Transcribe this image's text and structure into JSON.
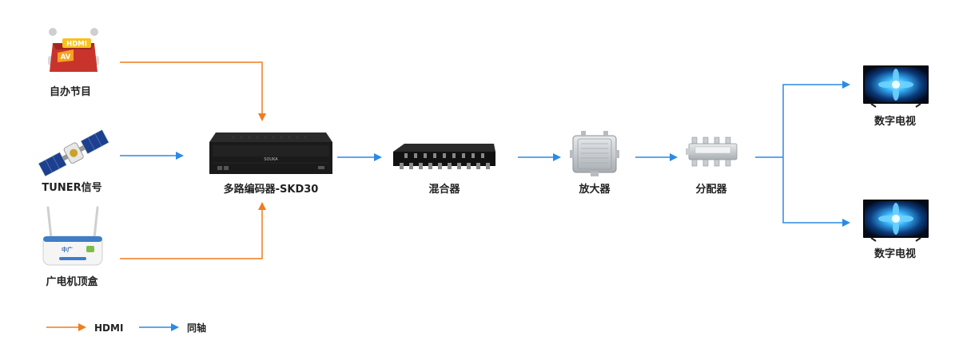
{
  "nodes": {
    "self_program": {
      "label": "自办节目",
      "badge_top": "HDMI",
      "badge_bottom": "AV"
    },
    "tuner": {
      "label": "TUNER信号"
    },
    "settop": {
      "label": "广电机顶盒",
      "brand": "中广"
    },
    "encoder": {
      "label": "多路编码器-SKD30",
      "brand": "SOUKA"
    },
    "mixer": {
      "label": "混合器"
    },
    "amplifier": {
      "label": "放大器"
    },
    "splitter": {
      "label": "分配器"
    },
    "tv_top": {
      "label": "数字电视"
    },
    "tv_bottom": {
      "label": "数字电视"
    }
  },
  "legend": {
    "hdmi": {
      "label": "HDMI",
      "color": "#f07c1e"
    },
    "coax": {
      "label": "同轴",
      "color": "#2a8ae6"
    }
  },
  "colors": {
    "hdmi": "#f07c1e",
    "coax": "#2a8ae6"
  }
}
